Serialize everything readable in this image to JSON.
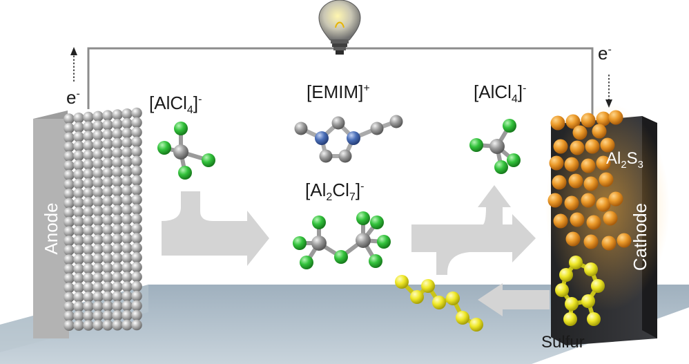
{
  "labels": {
    "electron_left": {
      "base": "e",
      "sup": "-"
    },
    "electron_right": {
      "base": "e",
      "sup": "-"
    },
    "alcl4_left": {
      "open": "[AlCl",
      "sub": "4",
      "close": "]",
      "sup": "-"
    },
    "emim": {
      "base": "[EMIM]",
      "sup": "+"
    },
    "alcl4_right": {
      "open": "[AlCl",
      "sub": "4",
      "close": "]",
      "sup": "-"
    },
    "al2cl7": {
      "p1": "[Al",
      "s1": "2",
      "p2": "Cl",
      "s2": "7",
      "close": "]",
      "sup": "-"
    },
    "al2s3": {
      "p1": "Al",
      "s1": "2",
      "p2": "S",
      "s2": "3"
    },
    "anode": "Anode",
    "cathode": "Cathode",
    "sulfur": "Sulfur"
  },
  "colors": {
    "wire": "#8c8c8c",
    "anode_panel": "#b3b3b3",
    "anode_atom": "#a9a9a9",
    "cathode_panel": "#2f3033",
    "al2s3_sphere": "#e08a1c",
    "chlorine": "#2fbf3a",
    "aluminum": "#8e8e8e",
    "nitrogen": "#4b6fb8",
    "carbon": "#9a9a9a",
    "sulfur_atom": "#e6e21d",
    "arrow": "#d4d4d4",
    "floor": "#a9b7c2"
  },
  "icons": [
    "light-bulb-icon",
    "dotted-arrow-up-icon",
    "dotted-arrow-down-icon"
  ]
}
